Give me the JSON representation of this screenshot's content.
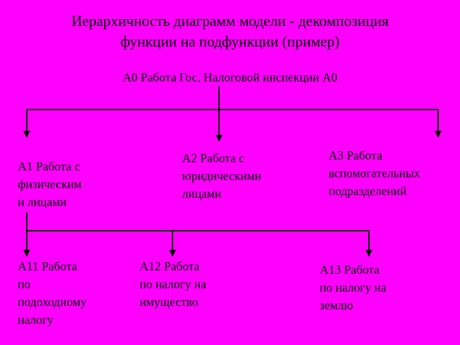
{
  "title": {
    "line1": "Иерархичность диаграмм модели - декомпозиция",
    "line2": "функции на подфункции (пример)"
  },
  "nodes": {
    "root": {
      "line1": "А0  Работа Гос. Налоговой инспекции А0"
    },
    "a1": {
      "line1": "А1  Работа с",
      "line2": "физическим",
      "line3": "и лицами"
    },
    "a2": {
      "line1": "А2  Работа с",
      "line2": "юридическими",
      "line3": "лицами"
    },
    "a3": {
      "line1": "А3  Работа",
      "line2": "вспомогательных",
      "line3": "подразделений"
    },
    "a11": {
      "line1": "А11  Работа",
      "line2": "по",
      "line3": "подоходному",
      "line4": "налогу"
    },
    "a12": {
      "line1": "А12  Работа",
      "line2": "по  налогу на",
      "line3": "имущество"
    },
    "a13": {
      "line1": "А13  Работа",
      "line2": "по  налогу на",
      "line3": "землю"
    }
  },
  "colors": {
    "background": "#FF00FF",
    "text": "#000000",
    "lines": "#000000"
  }
}
